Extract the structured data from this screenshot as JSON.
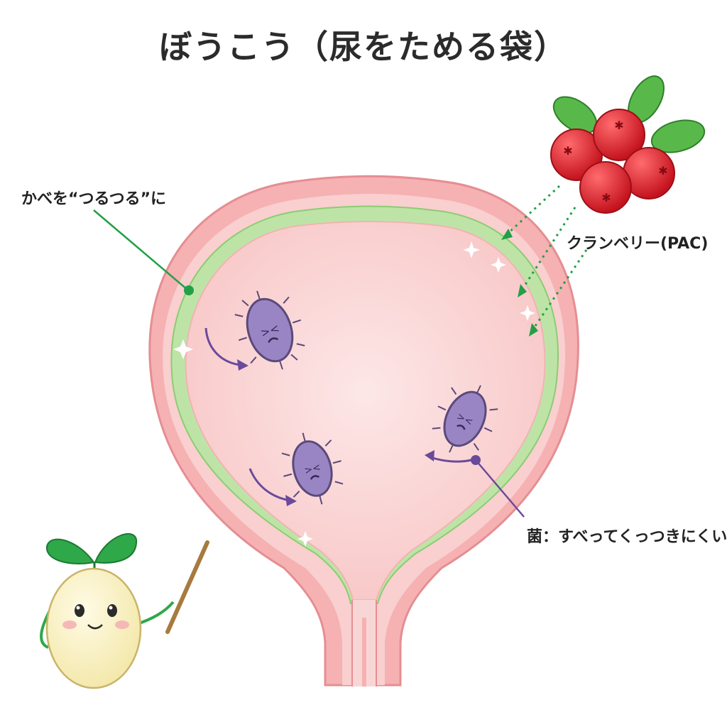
{
  "title": "ぼうこう（尿をためる袋）",
  "labels": {
    "wall": "かべを“つるつる”に",
    "cranberry": "クランベリー(PAC)",
    "bacteria": "菌：すべってくっつきにくい"
  },
  "colors": {
    "outer_wall": "#f5a9ab",
    "coating": "#b8e3a3",
    "interior": "#fbd3d3",
    "bacteria": "#9a85c4",
    "berry": "#d8232e",
    "leader_green": "#22a046",
    "leader_purple": "#6a4a9a"
  },
  "icons": [
    "cranberry-icon",
    "bacterium-icon",
    "sparkle-icon",
    "seedling-mascot-icon"
  ]
}
